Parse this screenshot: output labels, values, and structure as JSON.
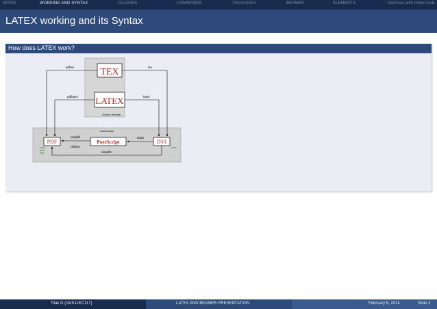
{
  "navbar": {
    "items": [
      {
        "label": "INTRO",
        "active": false
      },
      {
        "label": "WORKING AND SYNTAX",
        "active": true
      },
      {
        "label": "CLASSES",
        "active": false
      },
      {
        "label": "COMMANDS",
        "active": false
      },
      {
        "label": "PACKAGES",
        "active": false
      },
      {
        "label": "BEAMER",
        "active": false
      },
      {
        "label": "ELEMENTS",
        "active": false
      },
      {
        "label": "Interface with Other tools",
        "active": false
      }
    ]
  },
  "frame": {
    "title": "LATEX working and its Syntax"
  },
  "block": {
    "title": "How does LATEX work?"
  },
  "diagram": {
    "tex_label": "TEX",
    "latex_label": "LATEX",
    "source_label": "source formats",
    "conversion_label": "Conversion",
    "pdf_label": "PDF",
    "ps_label": "PostScript",
    "dvi_label": "DVI",
    "pdftex_label": "pdftex",
    "pdflatex_label": "pdflatex",
    "tex_cmd": "tex",
    "latex_cmd": "latex",
    "ps2pdf_label": "ps2pdf",
    "pdf2ps_label": "pdf2ps",
    "dvips_label": "dvips",
    "dvipdfm_label": "dvipdfm",
    "pdf_targets": "view\nprint\nedit",
    "dvi_targets": "view"
  },
  "footer": {
    "author": "Tilak D (1MS11EC117)",
    "title": "LATEX AND BEAMER PRESENTATION",
    "date": "February 5, 2014",
    "slide": "Slide 3"
  },
  "colors": {
    "nav_bg": "#1a2c4e",
    "title_bg": "#2e4a7a",
    "block_bg": "#ececf4",
    "accent_red": "#b22222",
    "accent_green": "#228b22"
  }
}
